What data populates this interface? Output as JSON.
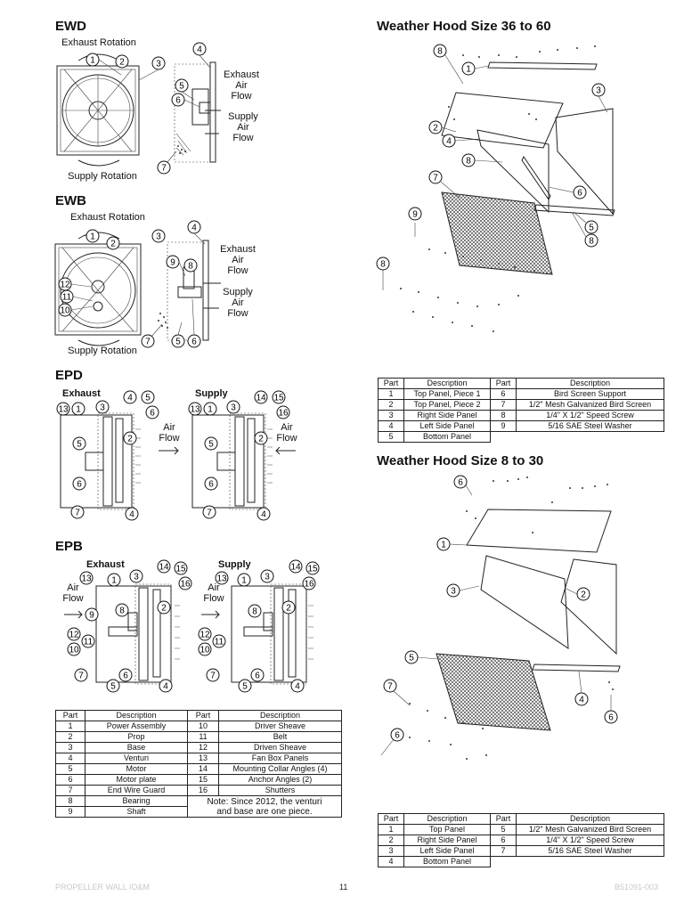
{
  "sections": {
    "ewd": {
      "title": "EWD",
      "exhaust_rotation": "Exhaust Rotation",
      "supply_rotation": "Supply Rotation",
      "exhaust_air_flow": [
        "Exhaust",
        "Air",
        "Flow"
      ],
      "supply_air_flow": [
        "Supply",
        "Air",
        "Flow"
      ]
    },
    "ewb": {
      "title": "EWB",
      "exhaust_rotation": "Exhaust Rotation",
      "supply_rotation": "Supply Rotation",
      "exhaust_air_flow": [
        "Exhaust",
        "Air",
        "Flow"
      ],
      "supply_air_flow": [
        "Supply",
        "Air",
        "Flow"
      ]
    },
    "epd": {
      "title": "EPD",
      "exhaust": "Exhaust",
      "supply": "Supply",
      "air_flow": [
        "Air",
        "Flow"
      ]
    },
    "epb": {
      "title": "EPB",
      "exhaust": "Exhaust",
      "supply": "Supply",
      "air_flow": [
        "Air",
        "Flow"
      ]
    },
    "hood_large": {
      "title": "Weather Hood Size 36 to 60"
    },
    "hood_small": {
      "title": "Weather Hood Size 8 to 30"
    }
  },
  "callouts": {
    "ewd": [
      "1",
      "2",
      "3",
      "4",
      "5",
      "6",
      "7"
    ],
    "ewb": [
      "1",
      "2",
      "3",
      "4",
      "12",
      "11",
      "10",
      "9",
      "8",
      "7",
      "5",
      "6"
    ],
    "epd_exhaust": [
      "13",
      "1",
      "3",
      "4",
      "5",
      "6",
      "2",
      "5",
      "6",
      "7",
      "4"
    ],
    "epd_supply": [
      "13",
      "1",
      "3",
      "14",
      "15",
      "16",
      "2",
      "5",
      "6",
      "7",
      "4"
    ],
    "epb_exhaust": [
      "13",
      "1",
      "3",
      "14",
      "15",
      "16",
      "9",
      "8",
      "12",
      "11",
      "10",
      "2",
      "7",
      "6",
      "5",
      "4"
    ],
    "epb_supply": [
      "13",
      "1",
      "3",
      "14",
      "15",
      "16",
      "8",
      "12",
      "11",
      "10",
      "2",
      "7",
      "6",
      "5",
      "4"
    ],
    "hood_large": [
      "8",
      "1",
      "3",
      "2",
      "4",
      "8",
      "7",
      "6",
      "9",
      "5",
      "8",
      "8"
    ],
    "hood_small": [
      "6",
      "1",
      "3",
      "2",
      "5",
      "4",
      "7",
      "6",
      "6"
    ]
  },
  "parts_table": {
    "headers": [
      "Part",
      "Description",
      "Part",
      "Description"
    ],
    "rows": [
      [
        "1",
        "Power Assembly",
        "10",
        "Driver Sheave"
      ],
      [
        "2",
        "Prop",
        "11",
        "Belt"
      ],
      [
        "3",
        "Base",
        "12",
        "Driven Sheave"
      ],
      [
        "4",
        "Venturi",
        "13",
        "Fan Box Panels"
      ],
      [
        "5",
        "Motor",
        "14",
        "Mounting Collar Angles (4)"
      ],
      [
        "6",
        "Motor plate",
        "15",
        "Anchor Angles (2)"
      ],
      [
        "7",
        "End Wire Guard",
        "16",
        "Shutters"
      ],
      [
        "8",
        "Bearing",
        "",
        ""
      ],
      [
        "9",
        "Shaft",
        "",
        ""
      ]
    ],
    "note": [
      "Note: Since 2012, the venturi",
      "and base are one piece."
    ]
  },
  "hood_large_table": {
    "headers": [
      "Part",
      "Description",
      "Part",
      "Description"
    ],
    "rows": [
      [
        "1",
        "Top Panel, Piece 1",
        "6",
        "Bird Screen Support"
      ],
      [
        "2",
        "Top Panel, Piece 2",
        "7",
        "1/2\" Mesh Galvanized Bird Screen"
      ],
      [
        "3",
        "Right Side Panel",
        "8",
        "1/4\" X 1/2\" Speed Screw"
      ],
      [
        "4",
        "Left Side Panel",
        "9",
        "5/16 SAE Steel Washer"
      ],
      [
        "5",
        "Bottom Panel",
        "",
        ""
      ]
    ]
  },
  "hood_small_table": {
    "headers": [
      "Part",
      "Description",
      "Part",
      "Description"
    ],
    "rows": [
      [
        "1",
        "Top Panel",
        "5",
        "1/2\" Mesh Galvanized Bird Screen"
      ],
      [
        "2",
        "Right Side Panel",
        "6",
        "1/4\" X 1/2\" Speed Screw"
      ],
      [
        "3",
        "Left Side Panel",
        "7",
        "5/16 SAE Steel Washer"
      ],
      [
        "4",
        "Bottom Panel",
        "",
        ""
      ]
    ]
  },
  "footer": {
    "left": "PROPELLER WALL IO&M",
    "page": "11",
    "right": "B51091-003"
  }
}
